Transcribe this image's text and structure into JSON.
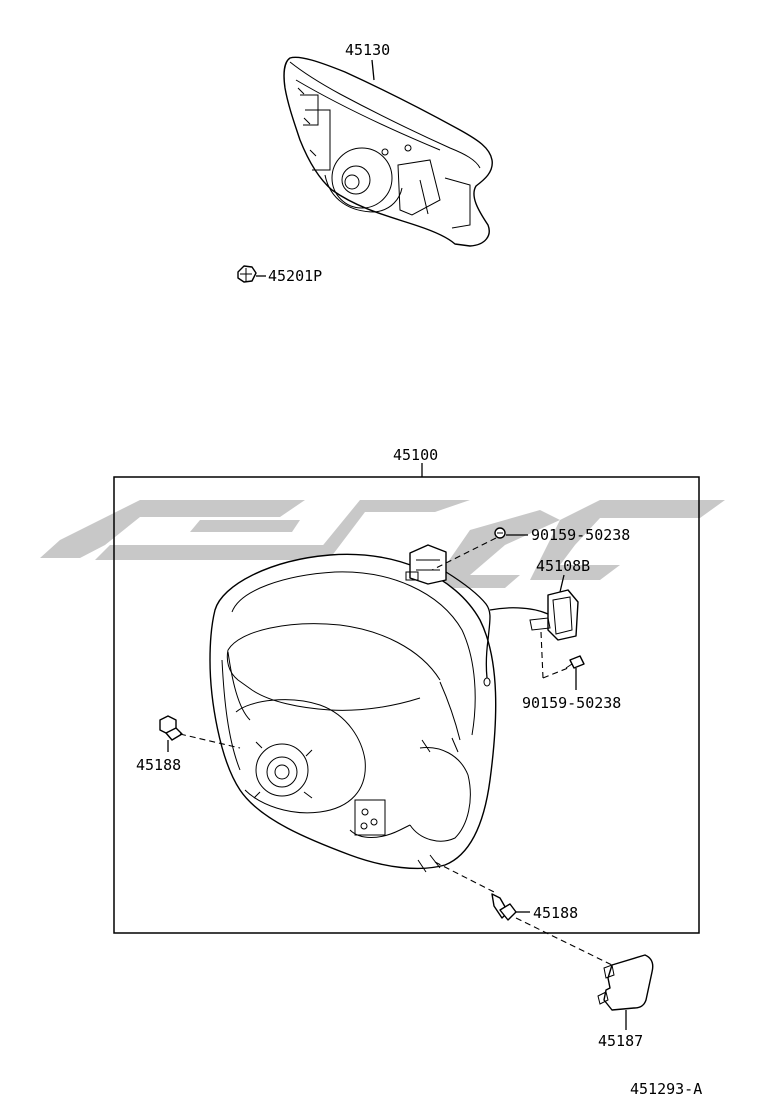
{
  "labels": {
    "airbag": "45130",
    "nut": "45201P",
    "wheel_assy": "45100",
    "screw_top": "90159-50238",
    "switch": "45108B",
    "screw_bottom": "90159-50238",
    "bolt_left": "45188",
    "bolt_right": "45188",
    "cover": "45187",
    "diagram_id": "451293-A"
  },
  "colors": {
    "lines": "#000000",
    "watermark": "#c8c8c8",
    "background": "#ffffff"
  }
}
